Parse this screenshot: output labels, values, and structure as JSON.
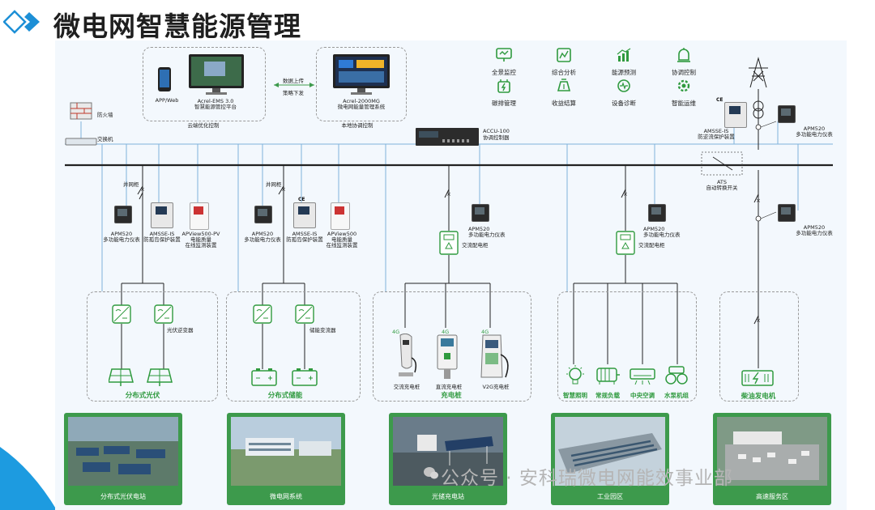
{
  "page_title": "微电网智慧能源管理",
  "top": {
    "cloud_label": "云端优化控制",
    "app_label": "APP/Web",
    "ems_label1": "Acrel-EMS 3.0",
    "ems_label2": "智慧能源管控平台",
    "local_label": "本地协调控制",
    "mg_label1": "Acrel-2000MG",
    "mg_label2": "微电网能量管理系统",
    "upload_label": "数据上传",
    "dispatch_label": "策略下发"
  },
  "functions": [
    {
      "label": "全景监控",
      "icon": "monitor-icon"
    },
    {
      "label": "综合分析",
      "icon": "analysis-icon"
    },
    {
      "label": "能源预测",
      "icon": "forecast-icon"
    },
    {
      "label": "协调控制",
      "icon": "control-icon"
    },
    {
      "label": "碳排管理",
      "icon": "carbon-icon"
    },
    {
      "label": "收益结算",
      "icon": "settlement-icon"
    },
    {
      "label": "设备诊断",
      "icon": "diagnosis-icon"
    },
    {
      "label": "智能运维",
      "icon": "maintenance-icon"
    }
  ],
  "network": {
    "firewall": "防火墙",
    "switch": "交换机",
    "accu1": "ACCU-100",
    "accu2": "协调控制器"
  },
  "grid_side": {
    "amsse1": "AMSSE-IS",
    "amsse2": "防逆流保护装置",
    "apm1": "APM520",
    "apm2": "多功能电力仪表",
    "ats1": "ATS",
    "ats2": "自动转换开关",
    "apm_b1": "APM520",
    "apm_b2": "多功能电力仪表"
  },
  "pv_branch": {
    "grid_cabinet": "并网柜",
    "apm1": "APM520",
    "apm2": "多功能电力仪表",
    "amsse1": "AMSSE-IS",
    "amsse2": "防孤岛保护装置",
    "pq1": "APView500-PV",
    "pq2": "电能质量",
    "pq3": "在线监测装置",
    "inverter": "光伏逆变器",
    "group": "分布式光伏"
  },
  "storage_branch": {
    "grid_cabinet": "并网柜",
    "apm1": "APM520",
    "apm2": "多功能电力仪表",
    "amsse1": "AMSSE-IS",
    "amsse2": "防孤岛保护装置",
    "pq1": "APView500",
    "pq2": "电能质量",
    "pq3": "在线监测装置",
    "pcs": "储能变流器",
    "group": "分布式储能"
  },
  "charging_branch": {
    "apm1": "APM520",
    "apm2": "多功能电力仪表",
    "cabinet": "交流配电柜",
    "ac_pile": "交流充电桩",
    "dc_pile": "直流充电桩",
    "v2g_pile": "V2G充电桩",
    "signal": "4G",
    "group": "充电桩"
  },
  "load_branch": {
    "apm1": "APM520",
    "apm2": "多功能电力仪表",
    "cabinet": "交流配电柜",
    "loads": [
      "智慧照明",
      "常规负载",
      "中央空调",
      "水泵机组"
    ]
  },
  "generator": {
    "label": "柴油发电机"
  },
  "sites": [
    "分布式光伏电站",
    "微电网系统",
    "光储充电站",
    "工业园区",
    "高速服务区"
  ],
  "watermark": "公众号 · 安科瑞微电网能效事业部",
  "colors": {
    "accent": "#2f9a3e",
    "brand_blue": "#1d8fd6",
    "bus": "#222222",
    "comm": "#7fb2db"
  }
}
